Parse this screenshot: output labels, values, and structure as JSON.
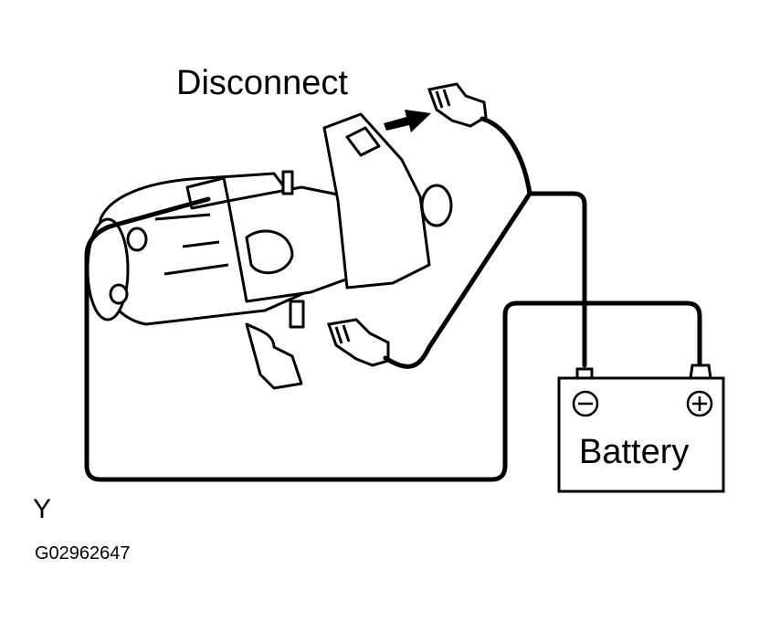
{
  "labels": {
    "action": "Disconnect",
    "battery": "Battery",
    "figure_letter": "Y",
    "figure_code": "G02962647"
  },
  "icons": {
    "negative_terminal": "minus-circle-icon",
    "positive_terminal": "plus-circle-icon",
    "direction_arrow": "arrow-right-icon"
  },
  "colors": {
    "line": "#000000",
    "background": "#ffffff"
  }
}
